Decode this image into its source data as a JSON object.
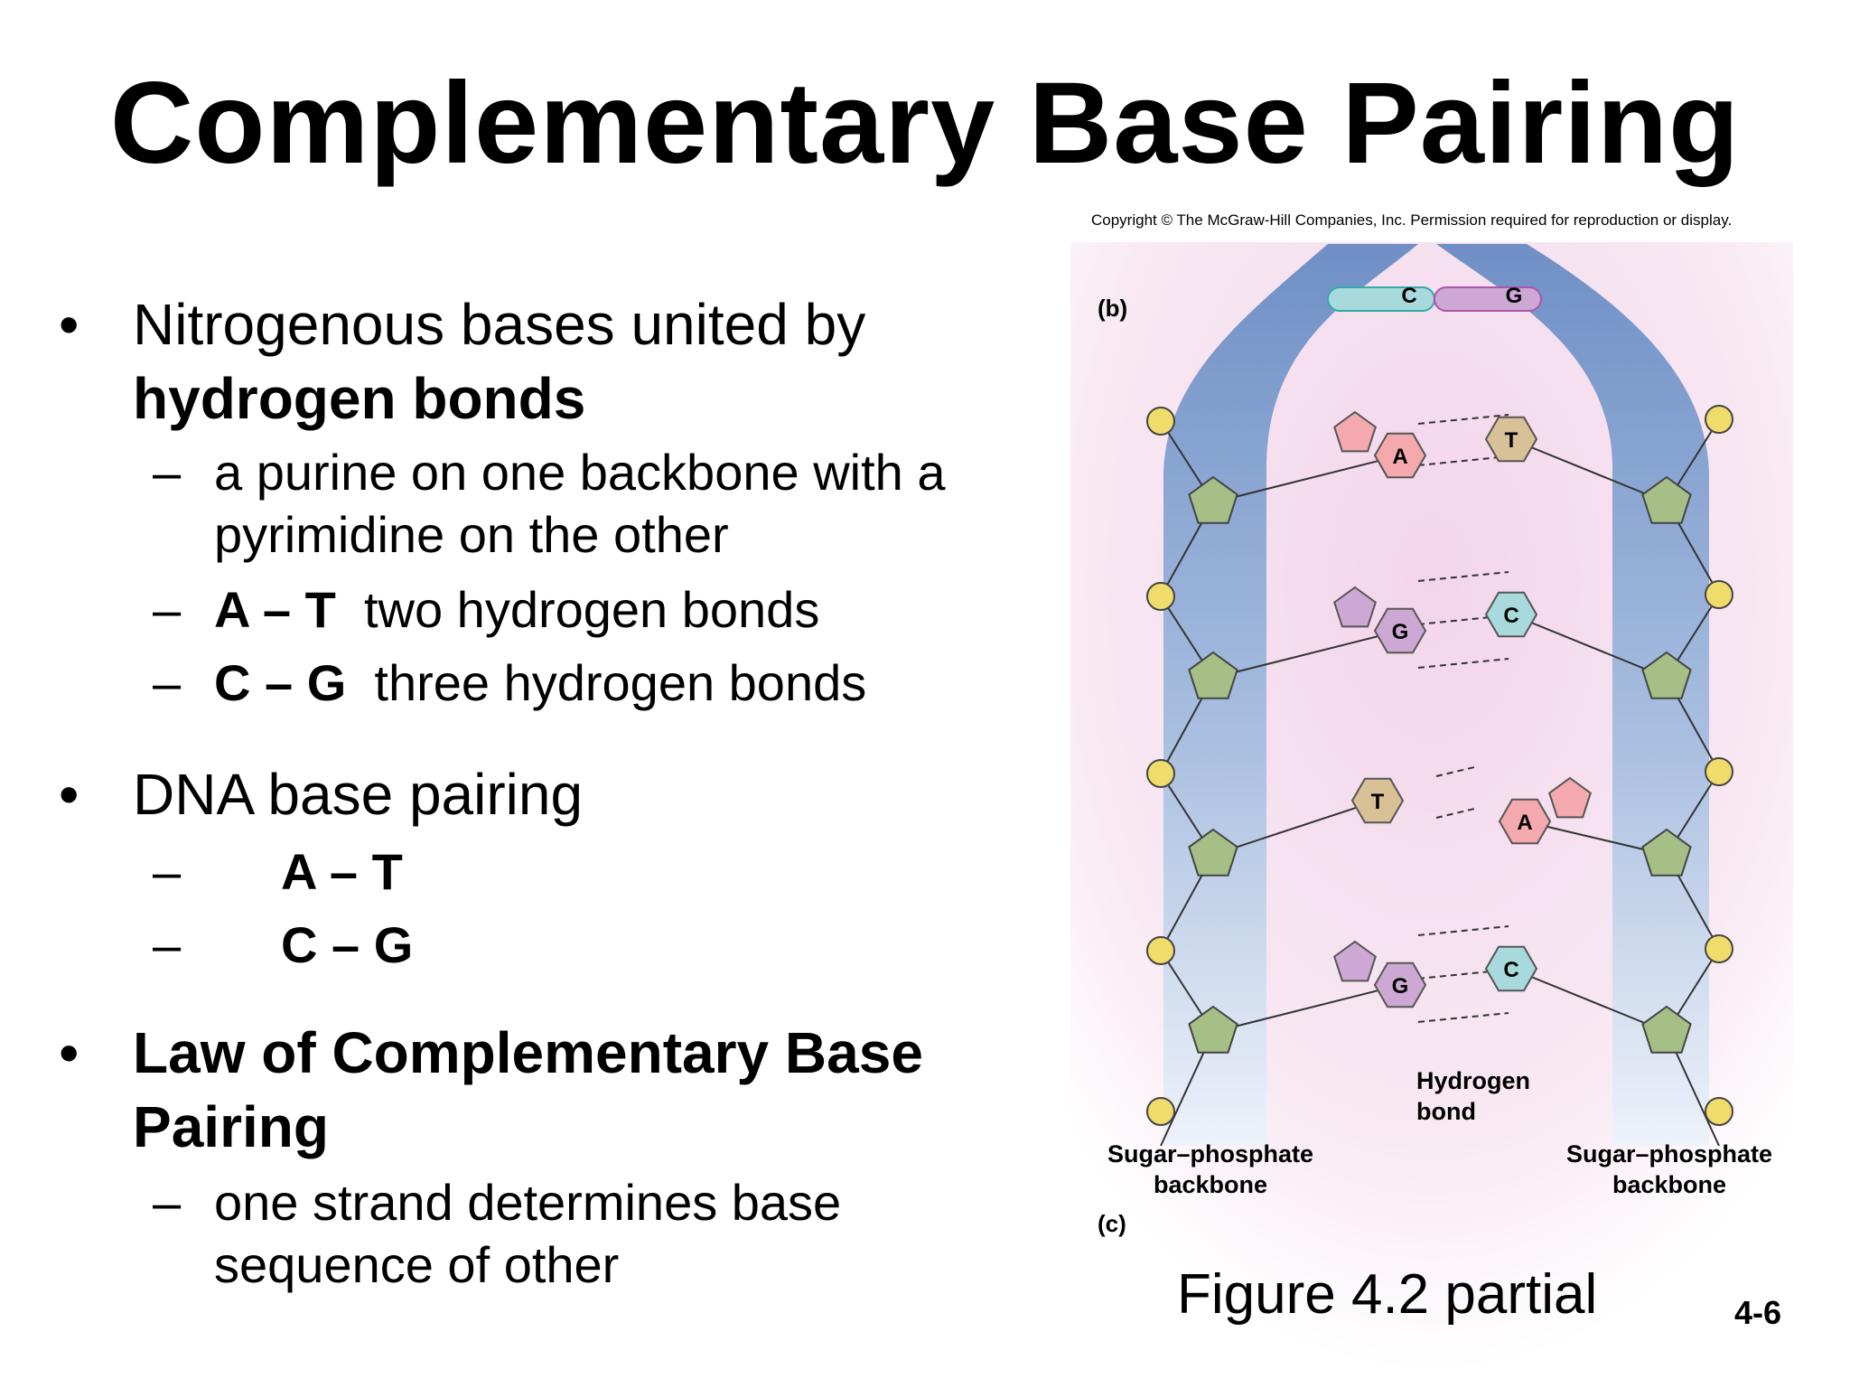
{
  "title": "Complementary Base Pairing",
  "bullets": [
    {
      "text": "Nitrogenous bases united by",
      "bold": "hydrogen bonds",
      "subs": [
        {
          "line1": "a purine on one backbone with a",
          "line2": "pyrimidine on the other"
        },
        {
          "bold": "A – T",
          "text": "two hydrogen bonds"
        },
        {
          "bold": "C – G",
          "text": "three hydrogen bonds"
        }
      ]
    },
    {
      "text": "DNA base pairing",
      "subs": [
        {
          "bold": "A – T"
        },
        {
          "bold": "C – G"
        }
      ]
    },
    {
      "bold_line1": "Law of Complementary Base",
      "bold_line2": "Pairing",
      "subs": [
        {
          "line1": "one strand determines base",
          "line2": "sequence of other"
        }
      ]
    }
  ],
  "bullet_symbol": "•",
  "dash_symbol": "–",
  "figure": {
    "copyright": "Copyright © The McGraw-Hill Companies, Inc. Permission required for reproduction or display.",
    "panel_b": "(b)",
    "panel_c": "(c)",
    "top_pair": [
      "C",
      "G"
    ],
    "pairs": [
      {
        "left": "A",
        "right": "T"
      },
      {
        "left": "G",
        "right": "C"
      },
      {
        "left": "T",
        "right": "A"
      },
      {
        "left": "G",
        "right": "C"
      }
    ],
    "hydrogen_bond_label": [
      "Hydrogen",
      "bond"
    ],
    "backbone_label": [
      "Sugar–phosphate",
      "backbone"
    ],
    "colors": {
      "backbone_ribbon": "#7f9dcc",
      "sugar": "#a6bf86",
      "phosphate": "#f0dc6a",
      "adenine": "#f3a9ad",
      "thymine": "#d8c097",
      "guanine": "#cda8d4",
      "cytosine": "#a8d9dc",
      "background_glow": "#f3d5ea"
    }
  },
  "caption": "Figure 4.2 partial",
  "page_number": "4-6"
}
